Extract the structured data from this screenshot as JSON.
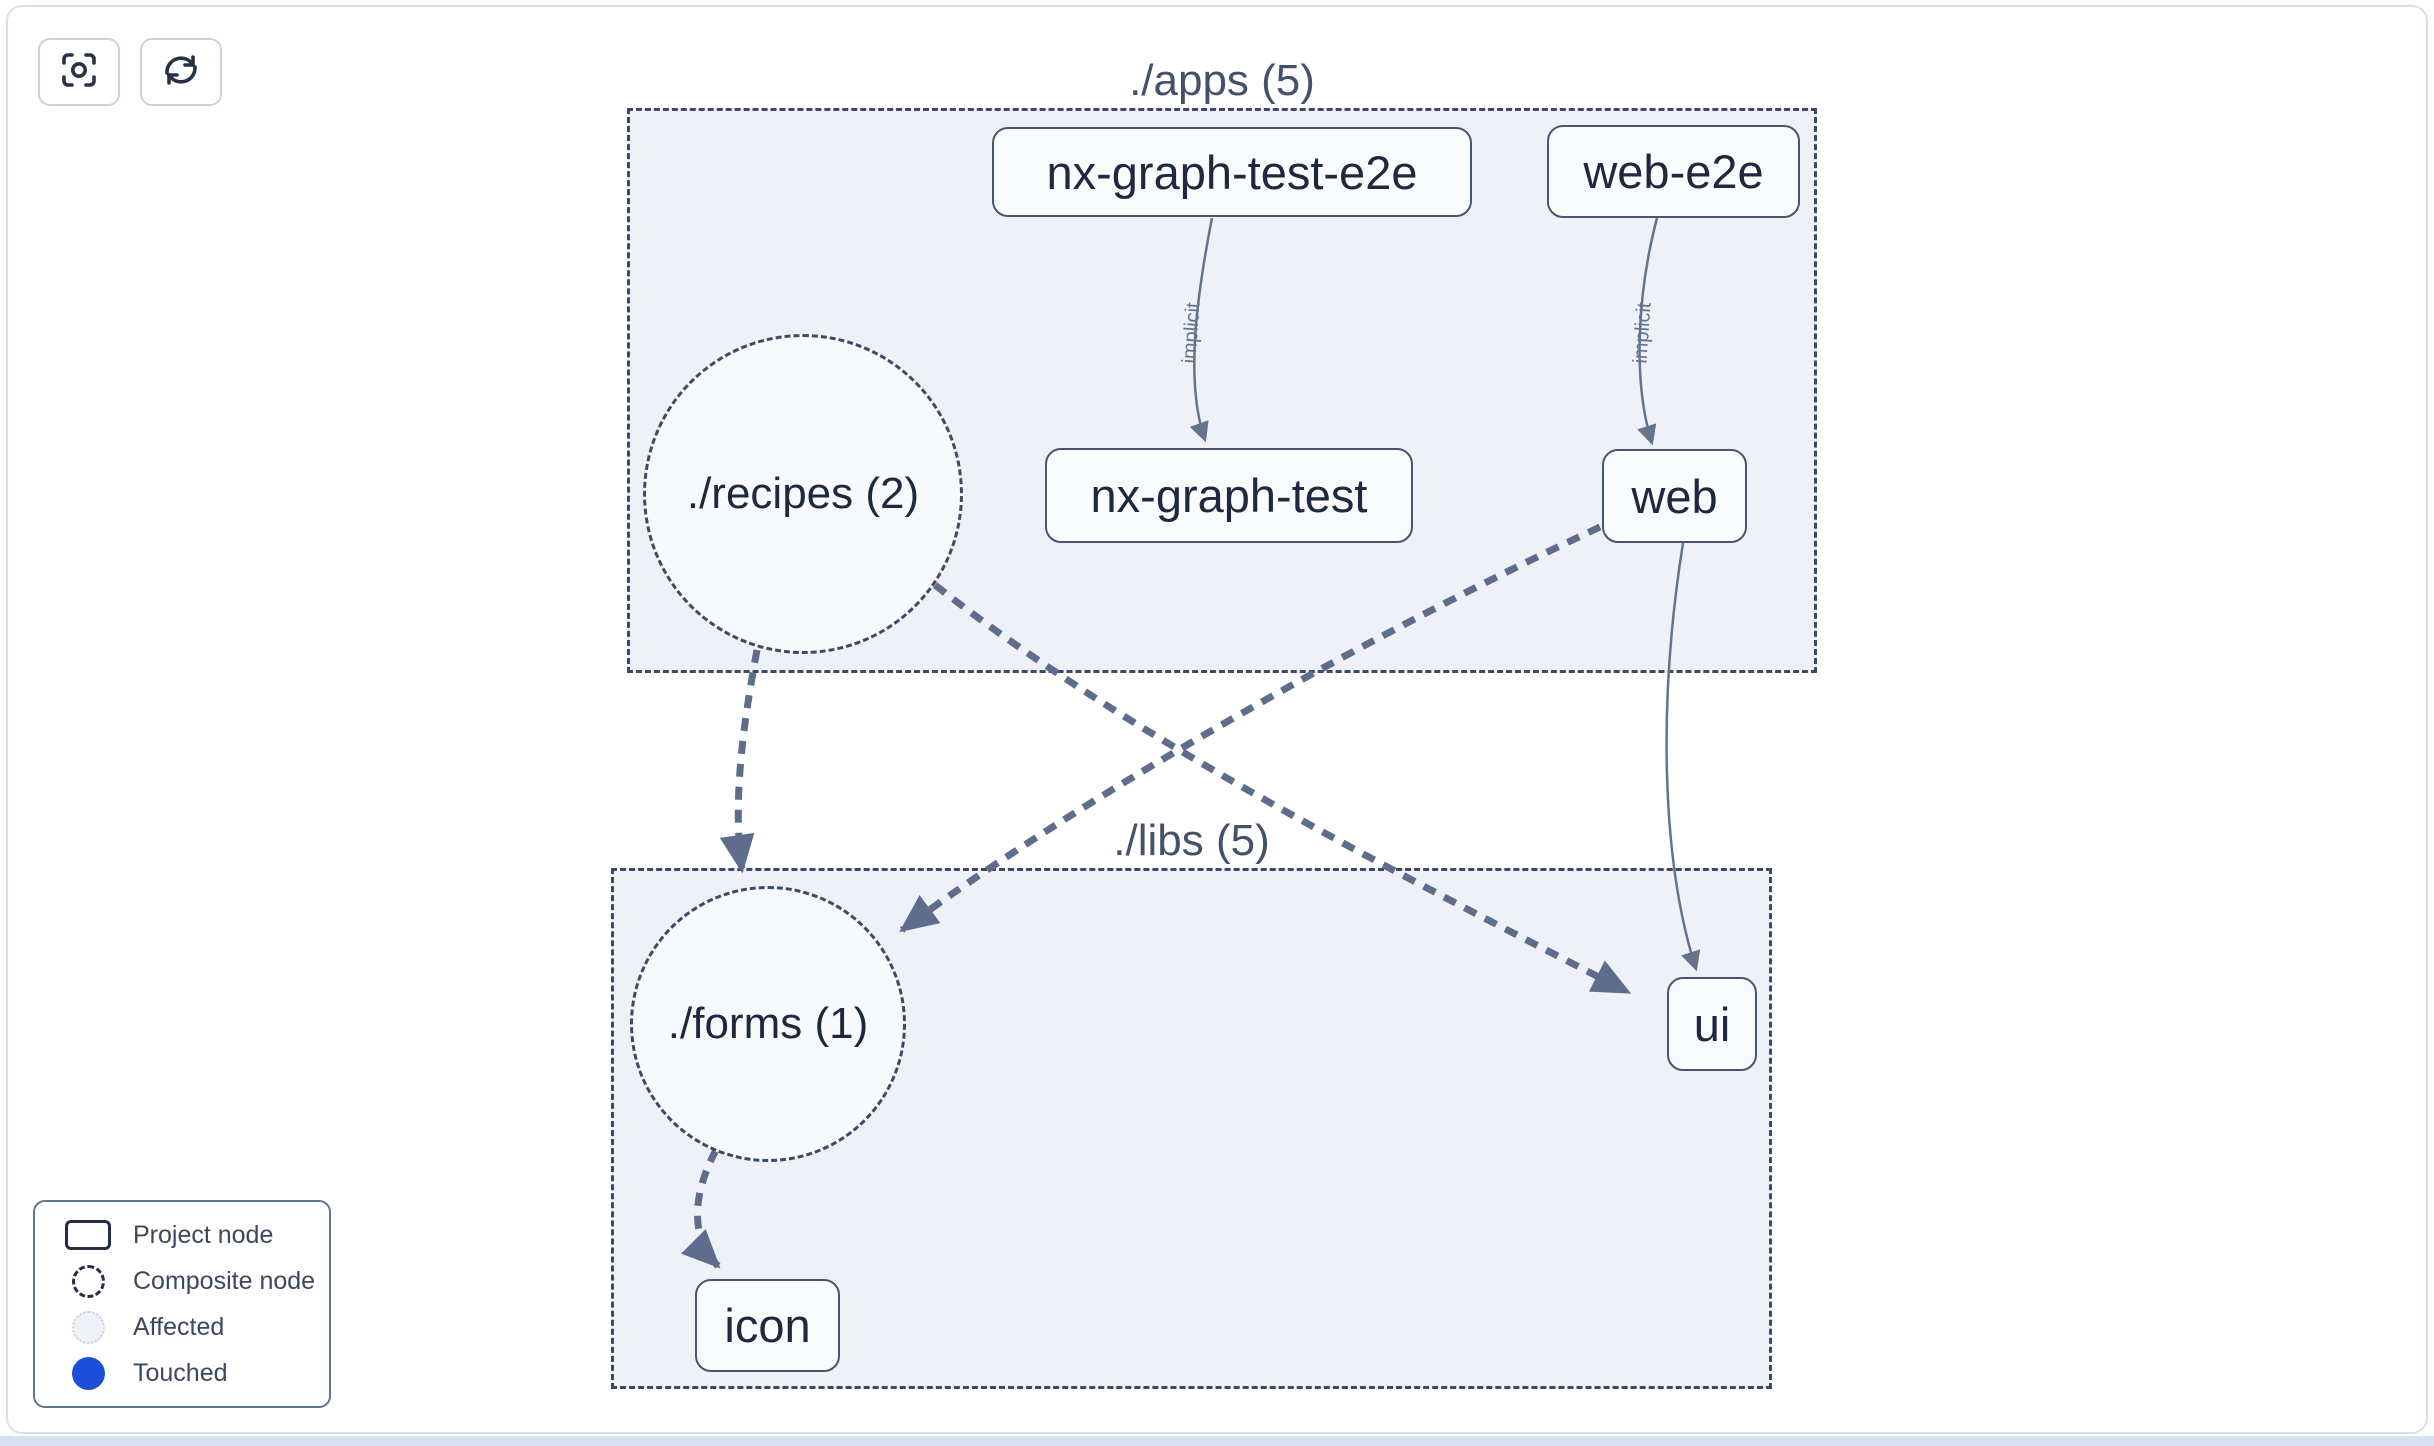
{
  "toolbar": {
    "buttons": [
      {
        "name": "focus-graph-button",
        "icon": "focus-icon"
      },
      {
        "name": "refresh-button",
        "icon": "refresh-icon"
      }
    ]
  },
  "graph": {
    "groups": [
      {
        "id": "apps",
        "label": "./apps (5)"
      },
      {
        "id": "libs",
        "label": "./libs (5)"
      }
    ],
    "project_nodes": [
      {
        "id": "nx-graph-test-e2e",
        "label": "nx-graph-test-e2e",
        "group": "apps"
      },
      {
        "id": "web-e2e",
        "label": "web-e2e",
        "group": "apps"
      },
      {
        "id": "nx-graph-test",
        "label": "nx-graph-test",
        "group": "apps"
      },
      {
        "id": "web",
        "label": "web",
        "group": "apps"
      },
      {
        "id": "ui",
        "label": "ui",
        "group": "libs"
      },
      {
        "id": "icon",
        "label": "icon",
        "group": "libs"
      }
    ],
    "composite_nodes": [
      {
        "id": "recipes",
        "label": "./recipes (2)",
        "group": "apps"
      },
      {
        "id": "forms",
        "label": "./forms (1)",
        "group": "libs"
      }
    ],
    "edge_labels": [
      {
        "label": "implicit"
      },
      {
        "label": "implicit"
      }
    ],
    "edges": [
      {
        "source": "nx-graph-test-e2e",
        "target": "nx-graph-test",
        "type": "implicit",
        "style": "solid-thin"
      },
      {
        "source": "web-e2e",
        "target": "web",
        "type": "implicit",
        "style": "solid-thin"
      },
      {
        "source": "./recipes (2)",
        "target": "./forms (1)",
        "type": "dependency",
        "style": "dashed-thick"
      },
      {
        "source": "./recipes (2)",
        "target": "ui",
        "type": "dependency",
        "style": "dashed-thick"
      },
      {
        "source": "web",
        "target": "./forms (1)",
        "type": "dependency",
        "style": "dashed-thick"
      },
      {
        "source": "web",
        "target": "ui",
        "type": "dependency",
        "style": "solid-thin"
      },
      {
        "source": "./forms (1)",
        "target": "icon",
        "type": "dependency",
        "style": "dashed-thick"
      }
    ]
  },
  "legend": {
    "items": [
      {
        "swatch": "project-rect",
        "label": "Project node"
      },
      {
        "swatch": "composite-dashed-circle",
        "label": "Composite node"
      },
      {
        "swatch": "affected-circle",
        "label": "Affected"
      },
      {
        "swatch": "touched-circle",
        "label": "Touched"
      }
    ]
  },
  "colors": {
    "touched_blue": "#1d4ed8",
    "group_fill": "#eef1f7",
    "group_border": "#3e4a63",
    "thin_edge": "#64748b",
    "thick_edge": "#5d6d8b",
    "node_text": "#1e2940",
    "container_border": "#d9dfee"
  }
}
